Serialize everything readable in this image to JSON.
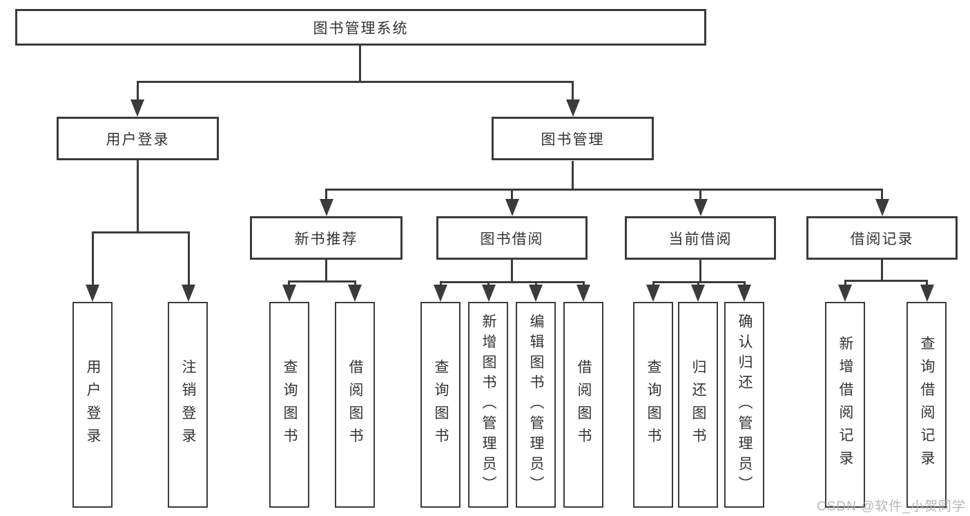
{
  "tree": {
    "root": "图书管理系统",
    "branches": [
      {
        "label": "用户登录",
        "children": [
          "用户登录",
          "注销登录"
        ]
      },
      {
        "label": "图书管理",
        "children": [
          {
            "label": "新书推荐",
            "children": [
              "查询图书",
              "借阅图书"
            ]
          },
          {
            "label": "图书借阅",
            "children": [
              "查询图书",
              "新增图书（管理员）",
              "编辑图书（管理员）",
              "借阅图书"
            ]
          },
          {
            "label": "当前借阅",
            "children": [
              "查询图书",
              "归还图书",
              "确认归还（管理员）"
            ]
          },
          {
            "label": "借阅记录",
            "children": [
              "新增借阅记录",
              "查询借阅记录"
            ]
          }
        ]
      }
    ]
  },
  "watermark": {
    "text": "CSDN @软件_小贺同学"
  },
  "colors": {
    "line": "#3b3b3b",
    "text": "#333333",
    "watermark": "#b2b0b2",
    "background": "#ffffff"
  }
}
